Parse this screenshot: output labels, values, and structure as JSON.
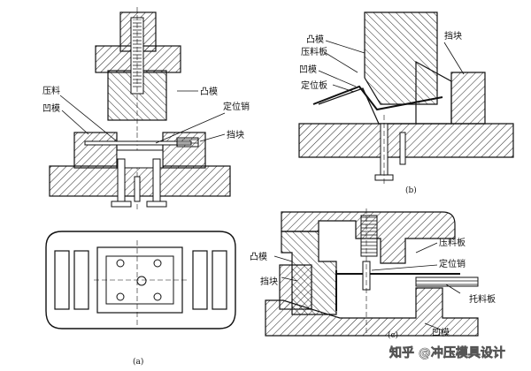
{
  "figure_a": {
    "labels": {
      "punch": "凸模",
      "press_material": "压料",
      "die": "凹模",
      "locating_pin": "定位销",
      "stop_block": "挡块"
    },
    "caption": "(a)"
  },
  "figure_b": {
    "labels": {
      "punch": "凸模",
      "pressure_plate": "压料板",
      "die": "凹模",
      "locating_plate": "定位板",
      "stop_block": "挡块"
    },
    "caption": "(b)"
  },
  "figure_c": {
    "labels": {
      "punch": "凸模",
      "stop_block": "挡块",
      "pressure_plate": "压料板",
      "locating_pin": "定位销",
      "ejector_plate": "托料板",
      "die": "凹模"
    },
    "caption": "(c)"
  },
  "watermark": {
    "text": "知乎 @冲压模具设计"
  }
}
